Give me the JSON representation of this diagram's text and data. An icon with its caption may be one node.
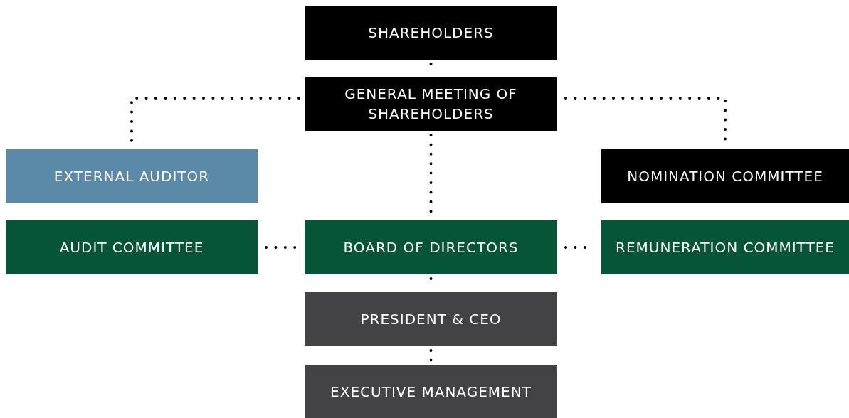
{
  "diagram": {
    "nodes": [
      {
        "text": [
          "SHAREHOLDERS"
        ]
      },
      {
        "text": [
          "GENERAL MEETING OF SHAREHOLDERS"
        ]
      },
      {
        "text": [
          "EXTERNAL AUDITOR"
        ]
      },
      {
        "text": [
          "NOMINATION COMMITTEE"
        ]
      },
      {
        "text": [
          "AUDIT COMMITTEE"
        ]
      },
      {
        "text": [
          "BOARD OF DIRECTORS"
        ]
      },
      {
        "text": [
          "REMUNERATION COMMITTEE"
        ]
      },
      {
        "text": [
          "PRESIDENT & CEO"
        ]
      },
      {
        "text": [
          "EXECUTIVE MANAGEMENT"
        ]
      }
    ],
    "edges": [
      {
        "from": 0,
        "to": 1,
        "arrow": "none"
      },
      {
        "from": 1,
        "to": 2,
        "arrow": "none"
      },
      {
        "from": 1,
        "to": 3,
        "arrow": "none"
      },
      {
        "from": 1,
        "to": 5,
        "arrow": "none"
      },
      {
        "from": 4,
        "to": 5,
        "arrow": "none"
      },
      {
        "from": 5,
        "to": 6,
        "arrow": "none"
      },
      {
        "from": 5,
        "to": 7,
        "arrow": "none"
      },
      {
        "from": 7,
        "to": 8,
        "arrow": "none"
      }
    ]
  }
}
